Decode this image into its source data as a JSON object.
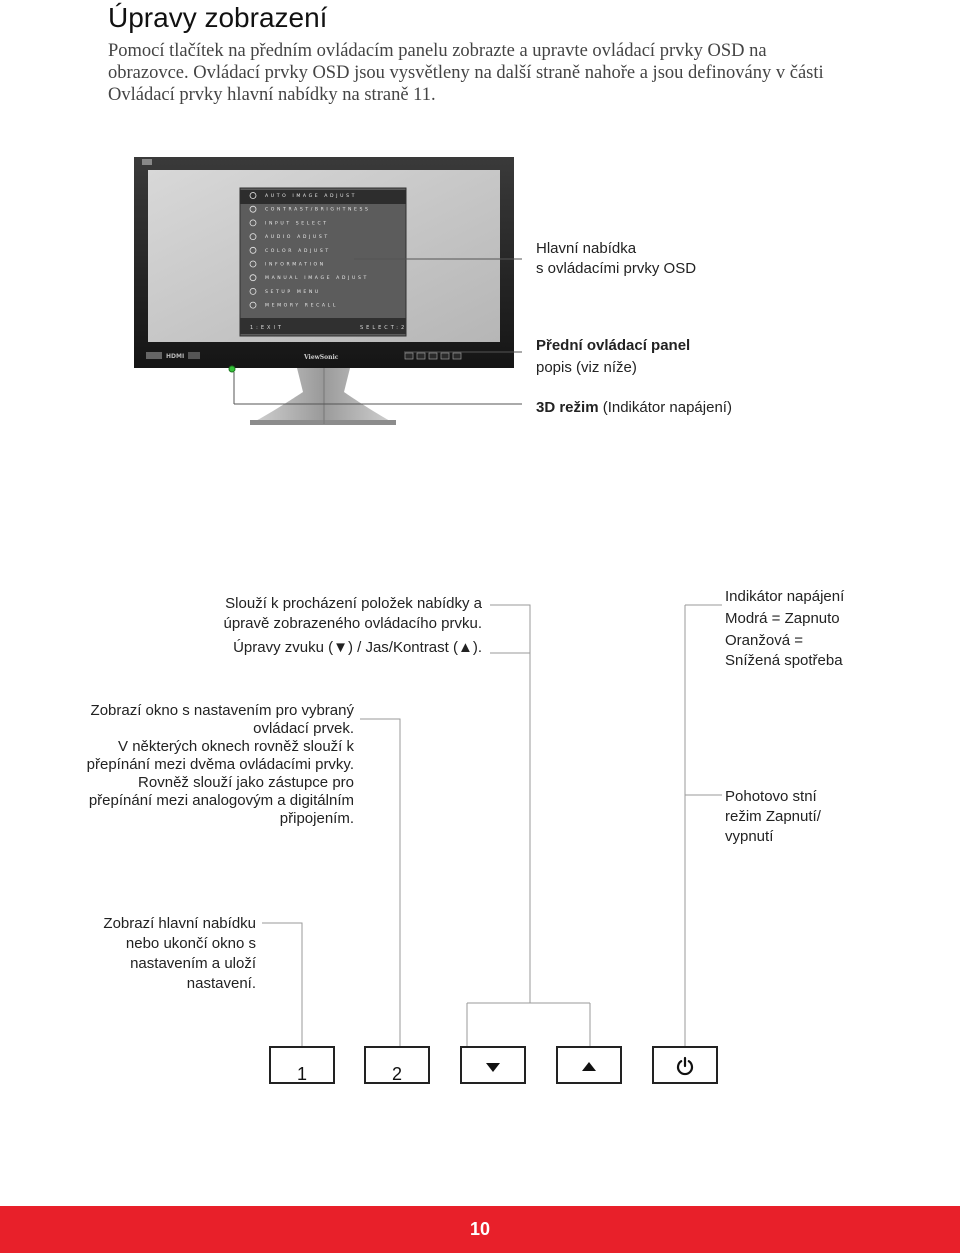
{
  "page": {
    "title": "Úpravy zobrazení",
    "intro": "Pomocí tlačítek na předním ovládacím panelu zobrazte a upravte ovládací prvky OSD na obrazovce. Ovládací prvky OSD jsou vysvětleny na další straně nahoře a jsou definovány v části Ovládací prvky hlavní nabídky na straně 11.",
    "page_number": "10"
  },
  "monitor": {
    "brand": "ViewSonic",
    "osd_items": [
      "AUTO IMAGE ADJUST",
      "CONTRAST/BRIGHTNESS",
      "INPUT SELECT",
      "AUDIO ADJUST",
      "COLOR ADJUST",
      "INFORMATION",
      "MANUAL IMAGE ADJUST",
      "SETUP MENU",
      "MEMORY RECALL"
    ],
    "osd_footer_left": "1:EXIT",
    "osd_footer_right": "SELECT:2",
    "hdmi_label": "HDMI"
  },
  "callouts": {
    "main_menu_line1": "Hlavní nabídka",
    "main_menu_line2": "s ovládacími prvky OSD",
    "front_panel_title": "Přední ovládací panel",
    "front_panel_sub": "popis (viz níže)",
    "mode3d_bold": "3D režim",
    "mode3d_rest": "(Indikátor napájení)",
    "scroll_line1": "Slouží k procházení položek nabídky a",
    "scroll_line2": "úpravě zobrazeného ovládacího prvku.",
    "scroll_line3": "Úpravy zvuku (▼) / Jas/Kontrast (▲).",
    "indicator_line1": "Indikátor napájení",
    "indicator_line2": "Modrá = Zapnuto",
    "indicator_line3": "Oranžová =",
    "indicator_line4": "Snížená spotřeba",
    "btn2_line1": "Zobrazí okno s nastavením pro vybraný",
    "btn2_line2": "ovládací prvek.",
    "btn2_line3": "V některých oknech rovněž slouží k",
    "btn2_line4": "přepínání mezi dvěma ovládacími prvky.",
    "btn2_line5": "Rovněž slouží jako zástupce pro",
    "btn2_line6": "přepínání mezi analogovým a digitálním",
    "btn2_line7": "připojením.",
    "standby_line1": "Pohotovo stní",
    "standby_line2": "režim Zapnutí/",
    "standby_line3": "vypnutí",
    "btn1_line1": "Zobrazí hlavní nabídku",
    "btn1_line2": "nebo ukončí okno s",
    "btn1_line3": "nastavením a uloží",
    "btn1_line4": "nastavení."
  },
  "buttons": {
    "b1": "1",
    "b2": "2"
  },
  "icons": {
    "down": "down-triangle-icon",
    "up": "up-triangle-icon",
    "power": "power-icon"
  }
}
